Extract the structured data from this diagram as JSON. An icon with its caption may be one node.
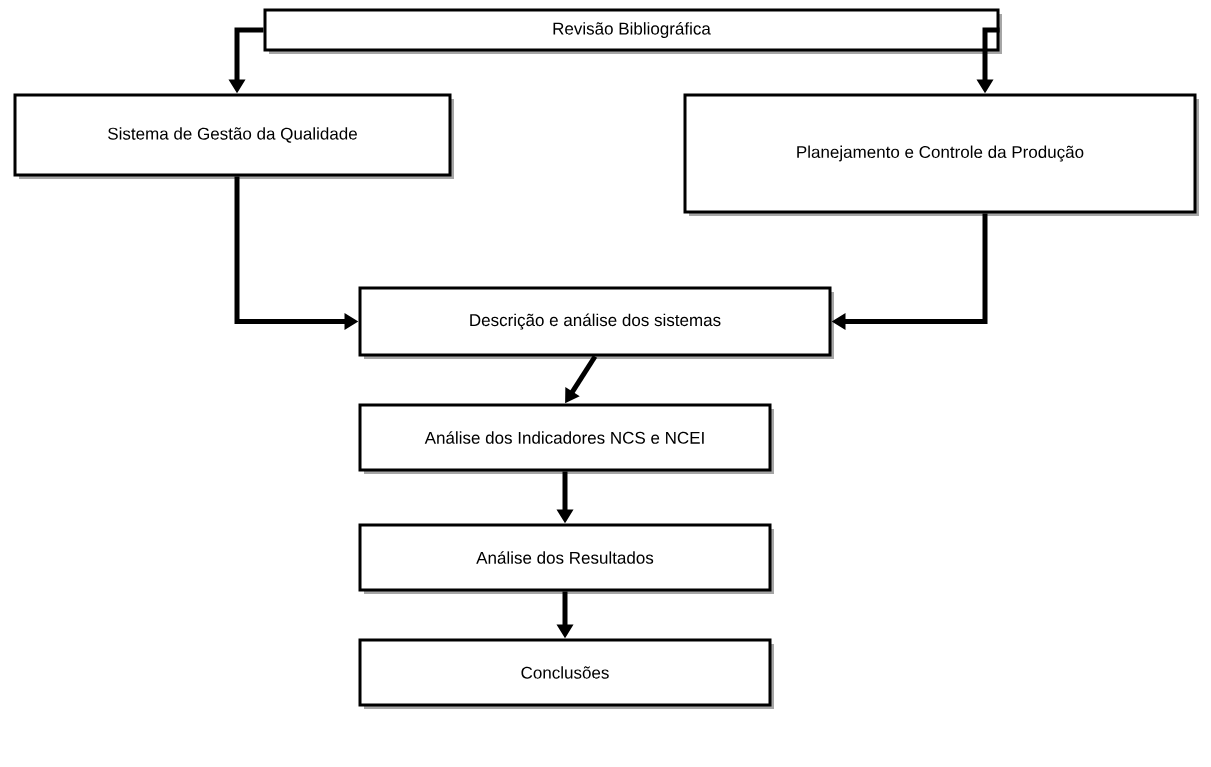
{
  "diagram": {
    "nodes": [
      {
        "text": [
          "Revisão Bibliográfica"
        ]
      },
      {
        "text": [
          "Sistema de Gestão da Qualidade"
        ]
      },
      {
        "text": [
          "Planejamento e Controle da Produção"
        ]
      },
      {
        "text": [
          "Descrição e análise dos sistemas"
        ]
      },
      {
        "text": [
          "Análise dos Indicadores NCS e NCEI"
        ]
      },
      {
        "text": [
          "Análise dos Resultados"
        ]
      },
      {
        "text": [
          "Conclusões"
        ]
      }
    ],
    "edges": [
      {
        "from": 0,
        "to": 1,
        "arrow": "to"
      },
      {
        "from": 0,
        "to": 2,
        "arrow": "to"
      },
      {
        "from": 1,
        "to": 3,
        "arrow": "to"
      },
      {
        "from": 2,
        "to": 3,
        "arrow": "to"
      },
      {
        "from": 3,
        "to": 4,
        "arrow": "to"
      },
      {
        "from": 4,
        "to": 5,
        "arrow": "to"
      },
      {
        "from": 5,
        "to": 6,
        "arrow": "to"
      }
    ]
  }
}
